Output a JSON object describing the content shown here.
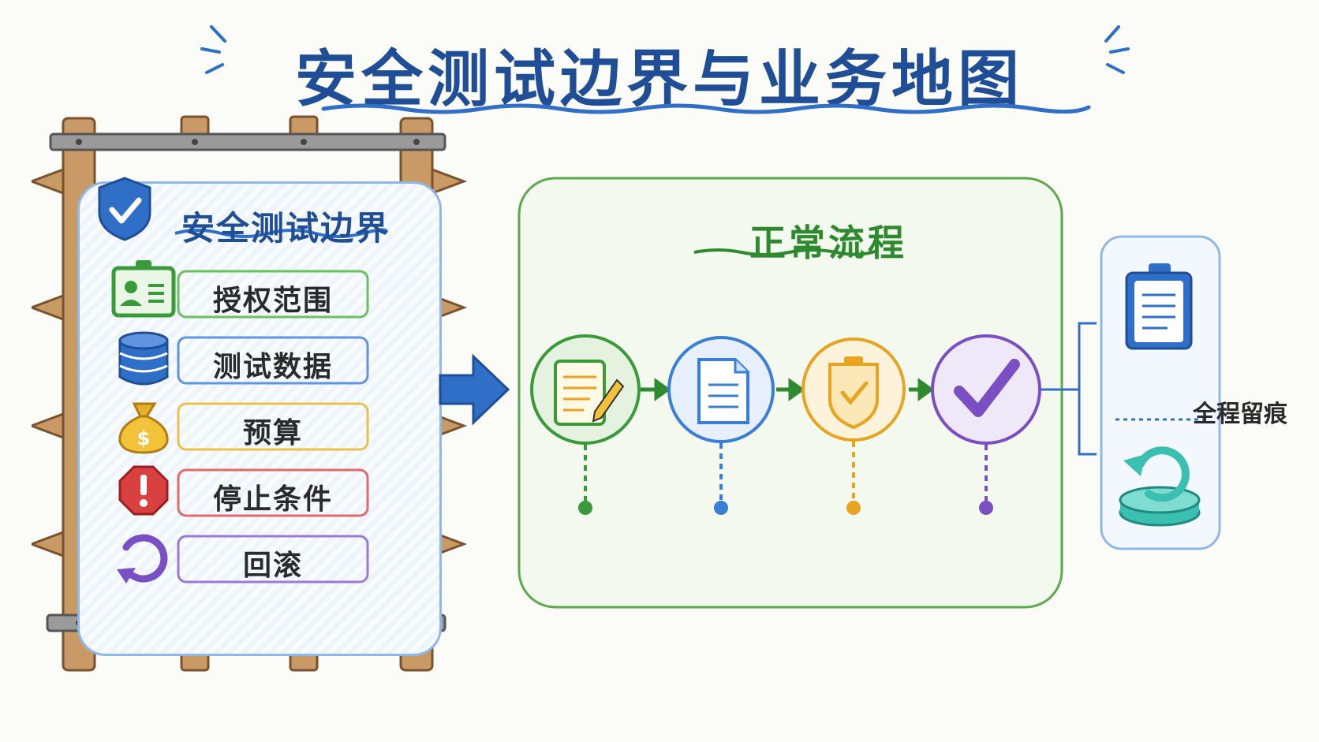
{
  "title": "安全测试边界与业务地图",
  "boundary": {
    "title": "安全测试边界",
    "items": [
      {
        "label": "授权范围",
        "icon": "id-card-icon",
        "color": "#3a9a3a"
      },
      {
        "label": "测试数据",
        "icon": "database-icon",
        "color": "#2f6fc7"
      },
      {
        "label": "预算",
        "icon": "money-bag-icon",
        "color": "#e3b12a"
      },
      {
        "label": "停止条件",
        "icon": "stop-sign-icon",
        "color": "#d94040"
      },
      {
        "label": "回滚",
        "icon": "rollback-icon",
        "color": "#7a4fc4"
      }
    ]
  },
  "flow": {
    "title": "正常流程",
    "steps": [
      {
        "icon": "notepad-pencil-icon",
        "color": "#3a9a3a"
      },
      {
        "icon": "document-icon",
        "color": "#3a7fd6"
      },
      {
        "icon": "clipboard-shield-icon",
        "color": "#e8a420"
      },
      {
        "icon": "checkmark-icon",
        "color": "#7a4fc4"
      }
    ]
  },
  "trace": {
    "label": "全程留痕",
    "top_icon": "clipboard-icon",
    "bottom_icon": "restore-icon"
  }
}
